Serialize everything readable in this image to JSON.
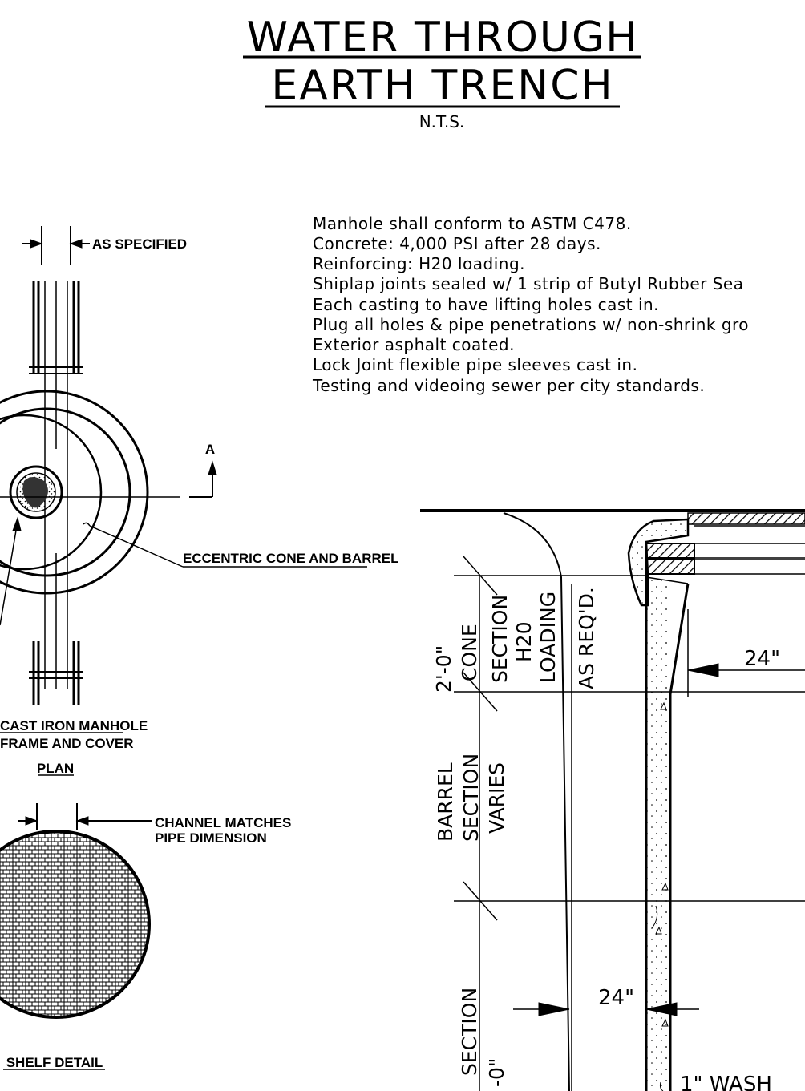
{
  "title": {
    "line1": "WATER THROUGH",
    "line2": "EARTH TRENCH",
    "scale": "N.T.S."
  },
  "notes": [
    "Manhole shall conform to ASTM C478.",
    "Concrete: 4,000 PSI after 28 days.",
    "Reinforcing: H20 loading.",
    "Shiplap joints sealed w/ 1 strip of Butyl Rubber Sea",
    "Each casting to have lifting holes cast in.",
    "Plug all holes & pipe penetrations w/ non-shrink gro",
    "Exterior asphalt coated.",
    "Lock Joint flexible pipe sleeves cast in.",
    "Testing and videoing sewer per city standards."
  ],
  "plan": {
    "as_specified": "AS SPECIFIED",
    "section_marker": "A",
    "eccentric_label": "ECCENTRIC CONE AND BARREL",
    "frame_label_1": "CAST IRON MANHOLE",
    "frame_label_2": "FRAME AND COVER",
    "caption": "PLAN"
  },
  "shelf": {
    "channel_1": "CHANNEL MATCHES",
    "channel_2": "PIPE DIMENSION",
    "caption": "SHELF DETAIL"
  },
  "section": {
    "cone_dim": "2'-0\"",
    "cone_label": "CONE",
    "cone_section": "SECTION",
    "h20": "H20",
    "loading": "LOADING",
    "as_reqd": "AS REQ'D.",
    "barrel": "BARREL",
    "barrel_section": "SECTION",
    "varies": "VARIES",
    "lower_section": "SECTION",
    "lower_dim": "-0\"",
    "dim_24_upper": "24\"",
    "dim_24_lower": "24\"",
    "wash": "1\" WASH"
  }
}
